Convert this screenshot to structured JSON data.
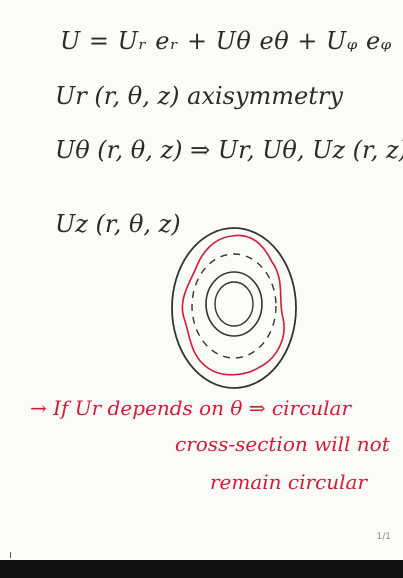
{
  "lines": [
    "U = Uᵣ eᵣ + Uθ eθ + Uᵩ eᵩ",
    "Ur (r, θ, z)   axisymmetry",
    "Uθ (r, θ, z)  ⇒  Ur, Uθ, Uz (r, z)",
    "Uz (r, θ, z)"
  ],
  "red_notes": [
    "→ If Ur depends on θ ⇒ circular",
    "cross-section will not",
    "remain circular"
  ],
  "page_number": "1/1",
  "colors": {
    "ink": "#2b2b2b",
    "red": "#d61a3a",
    "paper": "#fbfbf8"
  },
  "icons": [
    "concentric-rings-diagram"
  ]
}
